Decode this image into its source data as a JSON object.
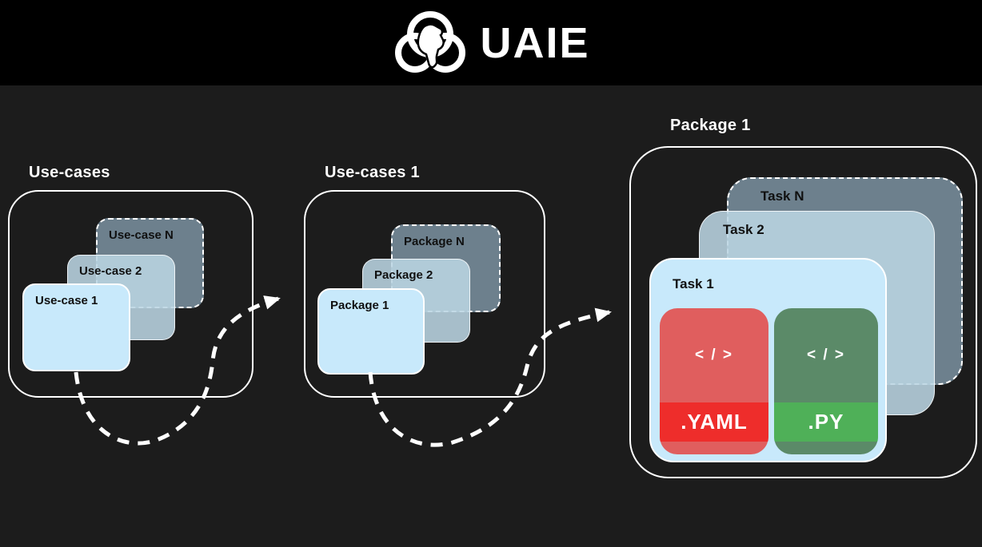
{
  "header": {
    "brand_name": "UAIE",
    "logo_icon": "trefoil-africa-icon"
  },
  "groups": [
    {
      "title": "Use-cases",
      "cards": [
        {
          "label": "Use-case N"
        },
        {
          "label": "Use-case 2"
        },
        {
          "label": "Use-case 1"
        }
      ]
    },
    {
      "title": "Use-cases 1",
      "cards": [
        {
          "label": "Package N"
        },
        {
          "label": "Package 2"
        },
        {
          "label": "Package 1"
        }
      ]
    },
    {
      "title": "Package 1",
      "cards": [
        {
          "label": "Task N"
        },
        {
          "label": "Task 2"
        },
        {
          "label": "Task 1"
        }
      ],
      "files": [
        {
          "code_glyph": "< / >",
          "extension": ".YAML",
          "muted_color": "#e05e5e",
          "bright_color": "#ee2d2b"
        },
        {
          "code_glyph": "< / >",
          "extension": ".PY",
          "muted_color": "#5b8a68",
          "bright_color": "#4fb058"
        }
      ]
    }
  ],
  "arrows": [
    {
      "from": "Use-case 1",
      "to": "Use-cases 1",
      "style": "dashed-curve"
    },
    {
      "from": "Package 1",
      "to": "Package 1",
      "style": "dashed-curve"
    }
  ],
  "colors": {
    "page_background": "#1c1c1c",
    "header_background": "#000000",
    "card_front": "#c8e9fb",
    "card_mid": "#a9bfcb",
    "card_back": "#6d808d",
    "outline": "#ffffff"
  }
}
